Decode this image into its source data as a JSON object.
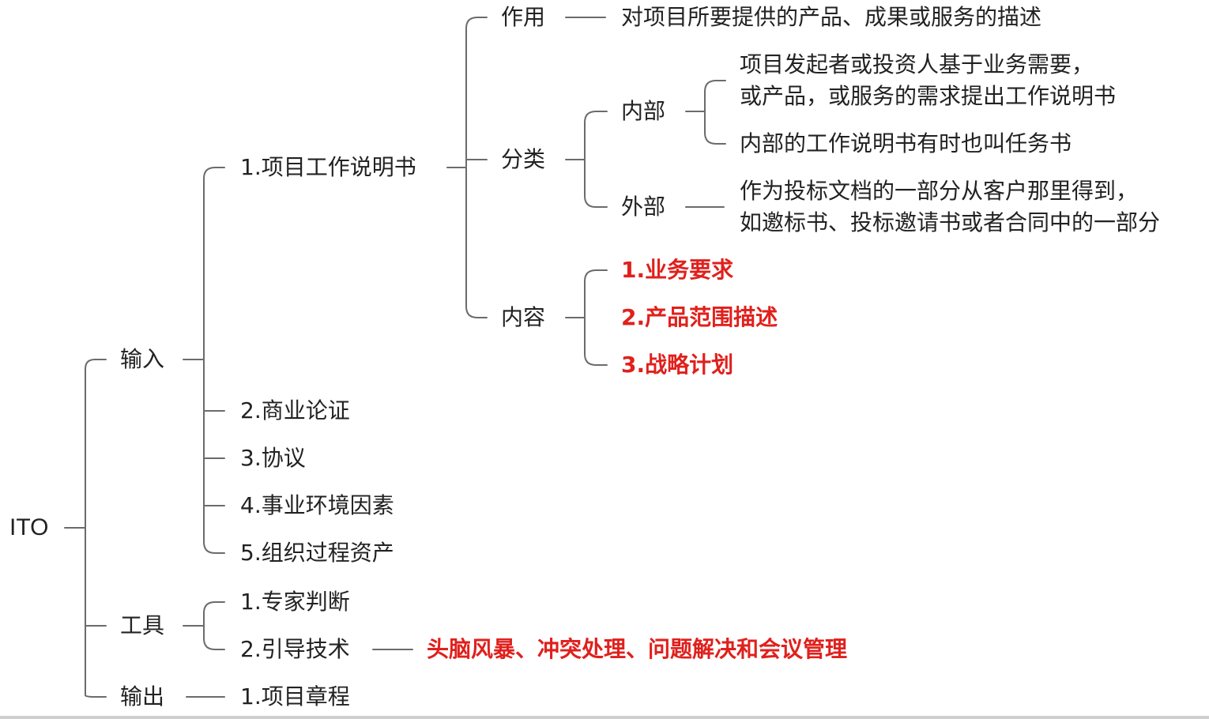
{
  "accent_color": "#e0201c",
  "text_color": "#222222",
  "line_color": "#6b6b6b",
  "root": {
    "label": "ITO"
  },
  "inputs": {
    "label": "输入",
    "sow": {
      "label": "1.项目工作说明书",
      "purpose": {
        "label": "作用",
        "desc": "对项目所要提供的产品、成果或服务的描述"
      },
      "classification": {
        "label": "分类",
        "internal": {
          "label": "内部",
          "desc_1_line_1": "项目发起者或投资人基于业务需要，",
          "desc_1_line_2": "或产品，或服务的需求提出工作说明书",
          "desc_2": "内部的工作说明书有时也叫任务书"
        },
        "external": {
          "label": "外部",
          "desc_line_1": "作为投标文档的一部分从客户那里得到，",
          "desc_line_2": "如邀标书、投标邀请书或者合同中的一部分"
        }
      },
      "content": {
        "label": "内容",
        "items": [
          "1.业务要求",
          "2.产品范围描述",
          "3.战略计划"
        ]
      }
    },
    "others": [
      "2.商业论证",
      "3.协议",
      "4.事业环境因素",
      "5.组织过程资产"
    ]
  },
  "tools": {
    "label": "工具",
    "items": [
      "1.专家判断",
      "2.引导技术"
    ],
    "facilitation_detail": "头脑风暴、冲突处理、问题解决和会议管理"
  },
  "outputs": {
    "label": "输出",
    "items": [
      "1.项目章程"
    ]
  }
}
